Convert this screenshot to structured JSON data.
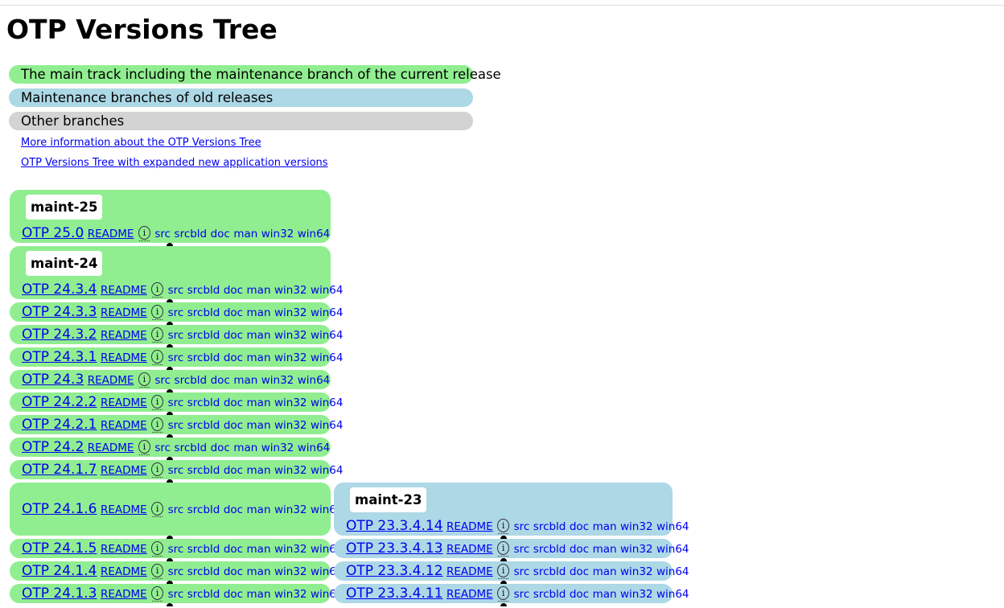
{
  "page": {
    "title": "OTP Versions Tree"
  },
  "legend": {
    "main_track": "The main track including the maintenance branch of the current release",
    "maintenance_old": "Maintenance branches of old releases",
    "other": "Other branches"
  },
  "links": {
    "more_info": "More information about the OTP Versions Tree",
    "expanded": "OTP Versions Tree with expanded new application versions"
  },
  "actions": {
    "readme": "README",
    "info_icon": "i",
    "src": "src",
    "srcbld": "srcbld",
    "doc": "doc",
    "man": "man",
    "win32": "win32",
    "win64": "win64"
  },
  "branches": {
    "maint25": {
      "name": "maint-25",
      "releases": [
        "OTP 25.0"
      ]
    },
    "maint24": {
      "name": "maint-24",
      "releases": [
        "OTP 24.3.4",
        "OTP 24.3.3",
        "OTP 24.3.2",
        "OTP 24.3.1",
        "OTP 24.3",
        "OTP 24.2.2",
        "OTP 24.2.1",
        "OTP 24.2",
        "OTP 24.1.7",
        "OTP 24.1.6",
        "OTP 24.1.5",
        "OTP 24.1.4",
        "OTP 24.1.3"
      ]
    },
    "maint23": {
      "name": "maint-23",
      "releases": [
        "OTP 23.3.4.14",
        "OTP 23.3.4.13",
        "OTP 23.3.4.12",
        "OTP 23.3.4.11"
      ]
    }
  },
  "colors": {
    "main_track": "#90ee90",
    "maintenance_old": "#add8e6",
    "other": "#d3d3d3",
    "link": "#0000ee"
  }
}
